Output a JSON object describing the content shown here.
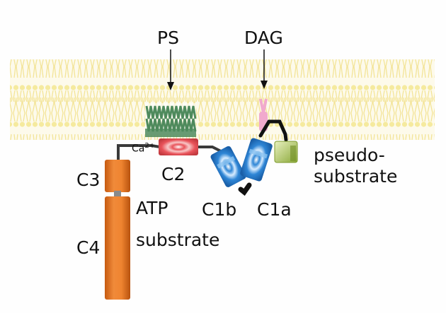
{
  "labels": {
    "ps": "PS",
    "dag": "DAG",
    "ca_base": "Ca",
    "ca_sup": "2+",
    "c2": "C2",
    "c3": "C3",
    "c4": "C4",
    "atp": "ATP",
    "substrate": "substrate",
    "c1b": "C1b",
    "c1a": "C1a",
    "pseudo_line1": "pseudo-",
    "pseudo_line2": "substrate"
  },
  "colors": {
    "membrane": "#f0e27a",
    "ps_lipid": "#4e8a5c",
    "dag_lipid": "#f1a9cd",
    "c3_c4_domain": "#e6731f",
    "c2_domain": "#e9535a",
    "c1_domain": "#2f86d6",
    "pseudosubstrate": "#a6c14a",
    "linker": "#3a3a3a",
    "arrow": "#111111"
  },
  "icons": {
    "ps_arrow": "down-arrow",
    "dag_arrow": "down-arrow"
  }
}
